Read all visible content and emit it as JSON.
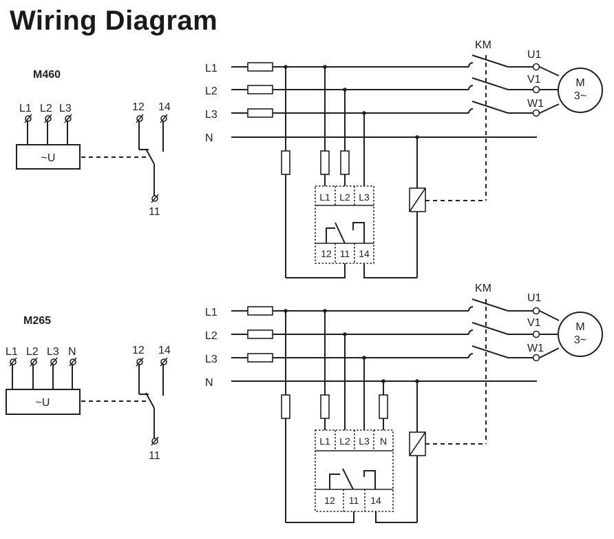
{
  "title": "Wiring Diagram",
  "m460": {
    "model": "M460",
    "input_terminals": [
      "L1",
      "L2",
      "L3"
    ],
    "supply_label": "~U",
    "relay_terminals": {
      "nc": "12",
      "no": "14",
      "com": "11"
    },
    "lines": [
      "L1",
      "L2",
      "L3",
      "N"
    ],
    "contactor": "KM",
    "motor_terminals": [
      "U1",
      "V1",
      "W1"
    ],
    "motor": {
      "name": "M",
      "phase": "3~"
    },
    "module_inputs": [
      "L1",
      "L2",
      "L3"
    ],
    "module_outputs": [
      "12",
      "11",
      "14"
    ]
  },
  "m265": {
    "model": "M265",
    "input_terminals": [
      "L1",
      "L2",
      "L3",
      "N"
    ],
    "supply_label": "~U",
    "relay_terminals": {
      "nc": "12",
      "no": "14",
      "com": "11"
    },
    "lines": [
      "L1",
      "L2",
      "L3",
      "N"
    ],
    "contactor": "KM",
    "motor_terminals": [
      "U1",
      "V1",
      "W1"
    ],
    "motor": {
      "name": "M",
      "phase": "3~"
    },
    "module_inputs": [
      "L1",
      "L2",
      "L3",
      "N"
    ],
    "module_outputs": [
      "12",
      "11",
      "14"
    ]
  }
}
